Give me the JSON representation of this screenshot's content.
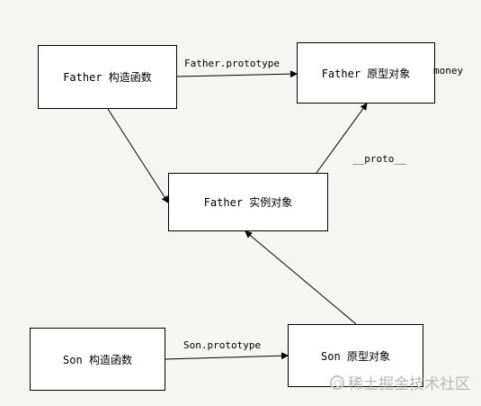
{
  "nodes": {
    "father_constructor": "Father 构造函数",
    "father_prototype": "Father 原型对象",
    "father_instance": "Father 实例对象",
    "son_constructor": "Son 构造函数",
    "son_prototype": "Son 原型对象"
  },
  "edge_labels": {
    "father_prototype": "Father.prototype",
    "money": "money",
    "proto": "__proto__",
    "son_prototype": "Son.prototype"
  },
  "watermark": "稀土掘金技术社区"
}
